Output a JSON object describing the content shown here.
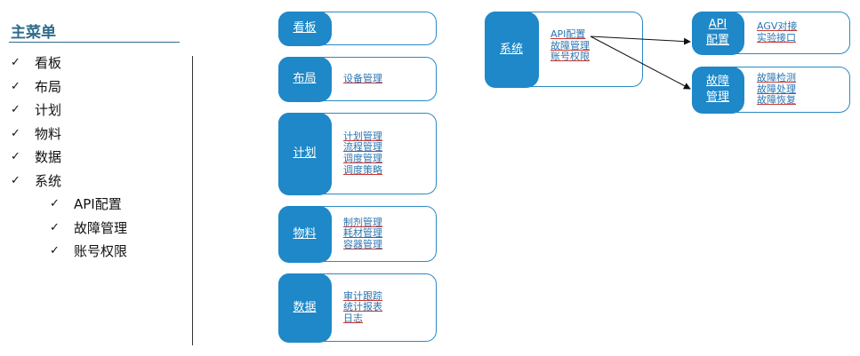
{
  "menu": {
    "title": "主菜单",
    "check": "✓",
    "items": [
      "看板",
      "布局",
      "计划",
      "物料",
      "数据",
      "系统"
    ],
    "sub_items": [
      "API配置",
      "故障管理",
      "账号权限"
    ]
  },
  "cards": {
    "kanban": {
      "label": "看板",
      "items": []
    },
    "layout": {
      "label": "布局",
      "items": [
        "设备管理"
      ]
    },
    "plan": {
      "label": "计划",
      "items": [
        "计划管理",
        "流程管理",
        "调度管理",
        "调度策略"
      ]
    },
    "material": {
      "label": "物料",
      "items": [
        "制剂管理",
        "耗材管理",
        "容器管理"
      ]
    },
    "data": {
      "label": "数据",
      "items": [
        "审计跟踪",
        "统计报表",
        "日志"
      ]
    },
    "system": {
      "label": "系统",
      "items": [
        "API配置",
        "故障管理",
        "账号权限"
      ]
    },
    "api": {
      "label_lines": [
        "API",
        "配置"
      ],
      "items": [
        "AGV对接",
        "实验接口"
      ]
    },
    "fault": {
      "label_lines": [
        "故障",
        "管理"
      ],
      "items": [
        "故障检测",
        "故障处理",
        "故障恢复"
      ]
    }
  },
  "colors": {
    "accent": "#1e88c8",
    "border": "#2a8ac4",
    "link": "#2a74b0",
    "underline": "#d0342c",
    "title": "#2f6b8a"
  }
}
